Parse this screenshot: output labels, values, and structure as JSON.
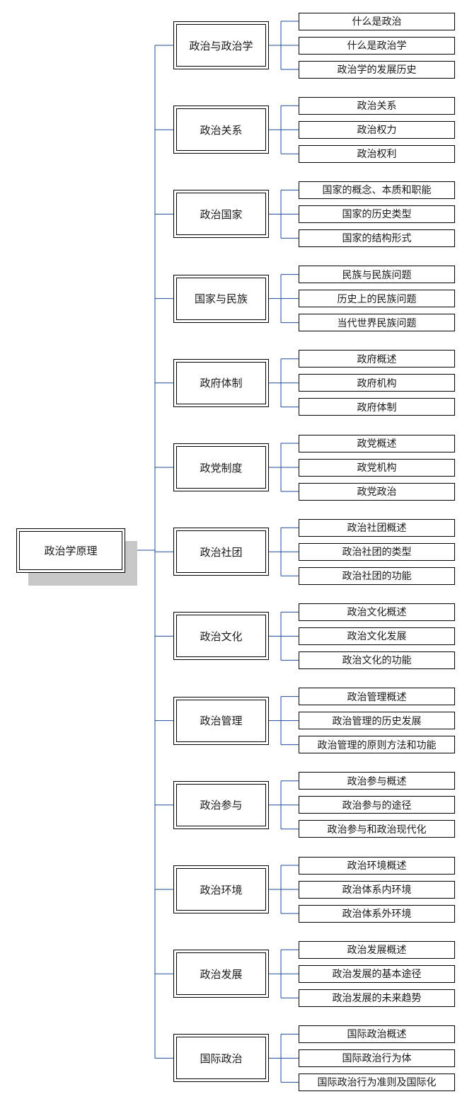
{
  "root": {
    "label": "政治学原理"
  },
  "colors": {
    "connector": "#1f4e9a",
    "border": "#000000",
    "shadow": "#c8c8c8"
  },
  "topics": [
    {
      "label": "政治与政治学",
      "subtopics": [
        "什么是政治",
        "什么是政治学",
        "政治学的发展历史"
      ]
    },
    {
      "label": "政治关系",
      "subtopics": [
        "政治关系",
        "政治权力",
        "政治权利"
      ]
    },
    {
      "label": "政治国家",
      "subtopics": [
        "国家的概念、本质和职能",
        "国家的历史类型",
        "国家的结构形式"
      ]
    },
    {
      "label": "国家与民族",
      "subtopics": [
        "民族与民族问题",
        "历史上的民族问题",
        "当代世界民族问题"
      ]
    },
    {
      "label": "政府体制",
      "subtopics": [
        "政府概述",
        "政府机构",
        "政府体制"
      ]
    },
    {
      "label": "政党制度",
      "subtopics": [
        "政党概述",
        "政党机构",
        "政党政治"
      ]
    },
    {
      "label": "政治社团",
      "subtopics": [
        "政治社团概述",
        "政治社团的类型",
        "政治社团的功能"
      ]
    },
    {
      "label": "政治文化",
      "subtopics": [
        "政治文化概述",
        "政治文化发展",
        "政治文化的功能"
      ]
    },
    {
      "label": "政治管理",
      "subtopics": [
        "政治管理概述",
        "政治管理的历史发展",
        "政治管理的原则方法和功能"
      ]
    },
    {
      "label": "政治参与",
      "subtopics": [
        "政治参与概述",
        "政治参与的途径",
        "政治参与和政治现代化"
      ]
    },
    {
      "label": "政治环境",
      "subtopics": [
        "政治环境概述",
        "政治体系内环境",
        "政治体系外环境"
      ]
    },
    {
      "label": "政治发展",
      "subtopics": [
        "政治发展概述",
        "政治发展的基本途径",
        "政治发展的未来趋势"
      ]
    },
    {
      "label": "国际政治",
      "subtopics": [
        "国际政治概述",
        "国际政治行为体",
        "国际政治行为准则及国际化"
      ]
    }
  ]
}
